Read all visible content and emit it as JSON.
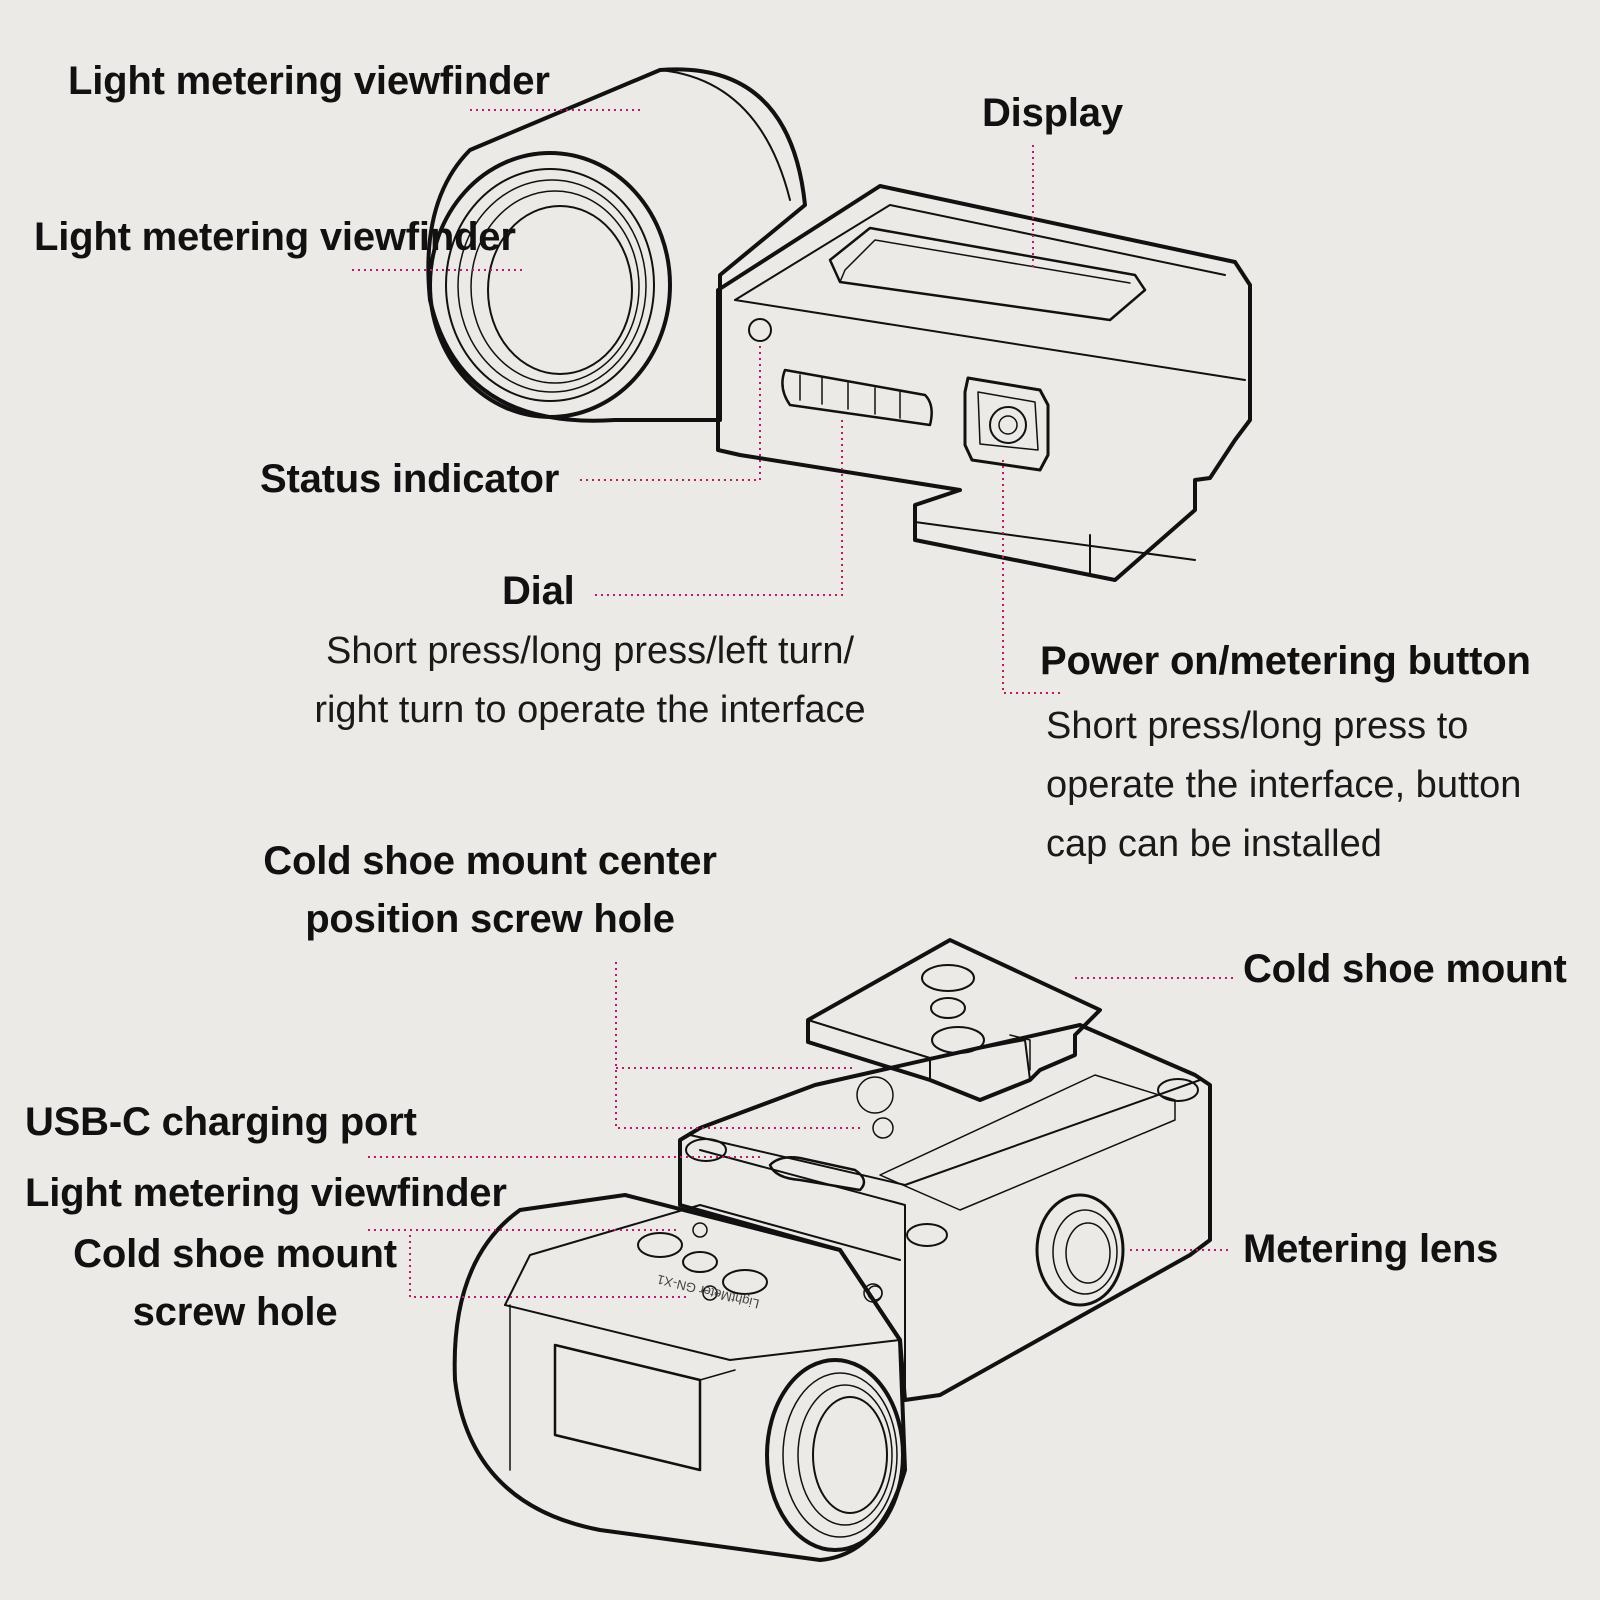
{
  "colors": {
    "background": "#eceae7",
    "ink": "#111111",
    "leader": "#c2186b"
  },
  "top_view": {
    "viewfinder_top_label": "Light metering viewfinder",
    "viewfinder_mid_label": "Light metering viewfinder",
    "display_label": "Display",
    "status_label": "Status indicator",
    "dial_label": "Dial",
    "dial_desc": [
      "Short press/long press/left turn/",
      "right turn to operate the interface"
    ],
    "power_label": "Power on/metering button",
    "power_desc": [
      "Short press/long press to",
      "operate the interface, button",
      "cap can be installed"
    ]
  },
  "bottom_view": {
    "center_screw_label": [
      "Cold shoe mount center",
      "position screw hole"
    ],
    "cold_shoe_label": "Cold shoe mount",
    "usb_label": "USB-C charging port",
    "viewfinder_label": "Light metering viewfinder",
    "screw_hole_label": [
      "Cold shoe mount",
      "screw hole"
    ],
    "metering_lens_label": "Metering lens",
    "brand_engraving": "LightMeter  GN-X1"
  },
  "icons": [
    "device-top-view-drawing",
    "device-bottom-view-drawing",
    "screw-head-icon"
  ]
}
